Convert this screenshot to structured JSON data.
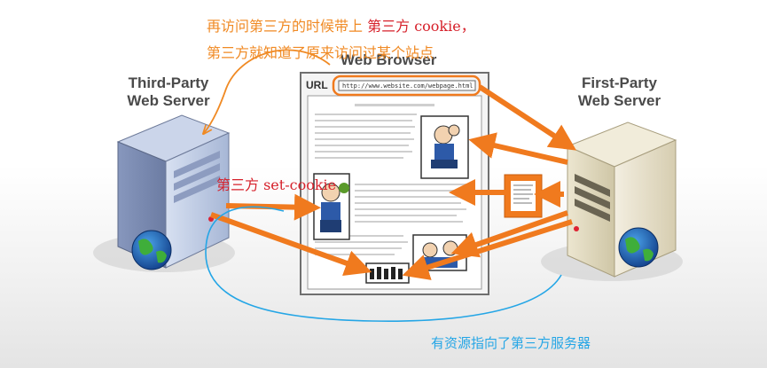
{
  "annotations": {
    "top_line1_prefix": "再访问第三方的时候带上",
    "top_line1_highlight": " 第三方 cookie",
    "top_line1_suffix": "，",
    "top_line2": "第三方就知道了原来访问过某个站点",
    "set_cookie": "第三方 set-cookie",
    "bottom": "有资源指向了第三方服务器"
  },
  "servers": {
    "third_party": {
      "line1": "Third-Party",
      "line2": "Web Server"
    },
    "first_party": {
      "line1": "First-Party",
      "line2": "Web Server"
    }
  },
  "browser": {
    "title": "Web Browser",
    "url_label": "URL",
    "url_value": "http://www.website.com/webpage.html"
  },
  "colors": {
    "annotation_orange": "#f08a24",
    "annotation_red": "#d6202a",
    "annotation_blue": "#25a6e6",
    "arrow_orange": "#f07a1e"
  }
}
